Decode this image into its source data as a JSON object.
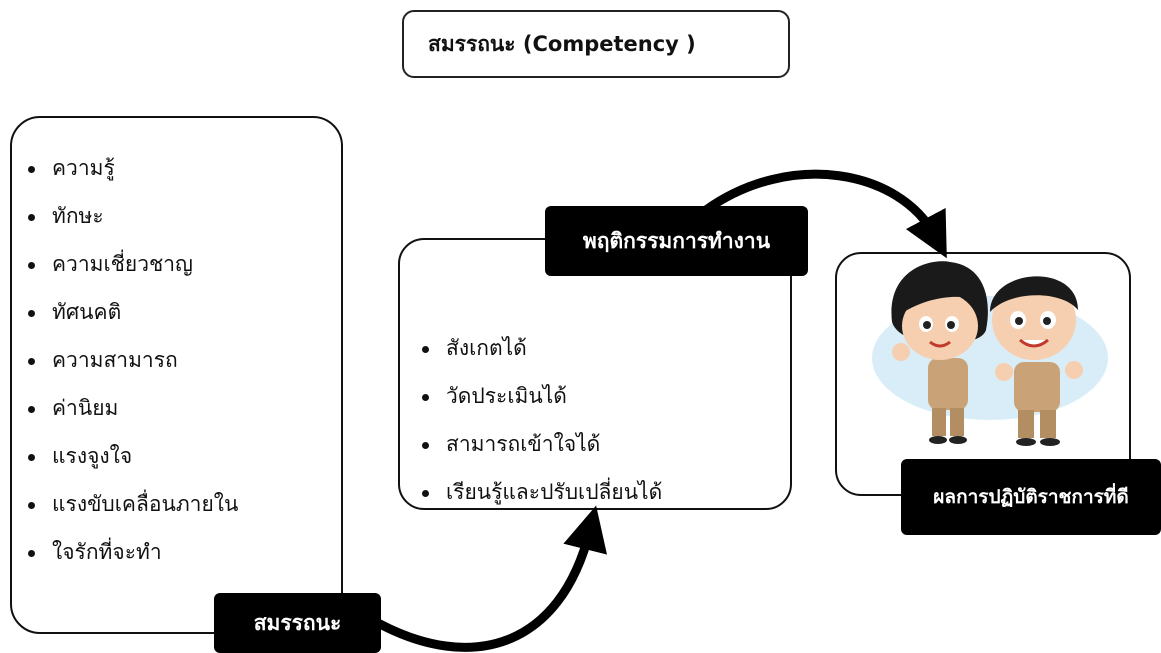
{
  "title": "สมรรถนะ (Competency )",
  "left_box": {
    "items": [
      "ความรู้",
      "ทักษะ",
      "ความเชี่ยวชาญ",
      "ทัศนคติ",
      "ความสามารถ",
      "ค่านิยม",
      "แรงจูงใจ",
      "แรงขับเคลื่อนภายใน",
      "ใจรักที่จะทำ"
    ],
    "tag": "สมรรถนะ"
  },
  "middle_box": {
    "items": [
      "สังเกตได้",
      "วัดประเมินได้",
      "สามารถเข้าใจได้",
      "เรียนรู้และปรับเปลี่ยนได้"
    ],
    "tag": "พฤติกรรมการทำงาน"
  },
  "right_box": {
    "tag": "ผลการปฏิบัติราชการที่ดี"
  },
  "colors": {
    "tag_bg": "#000000",
    "border": "#111111",
    "shirt": "#c9a277",
    "skin": "#f6cfb0"
  }
}
